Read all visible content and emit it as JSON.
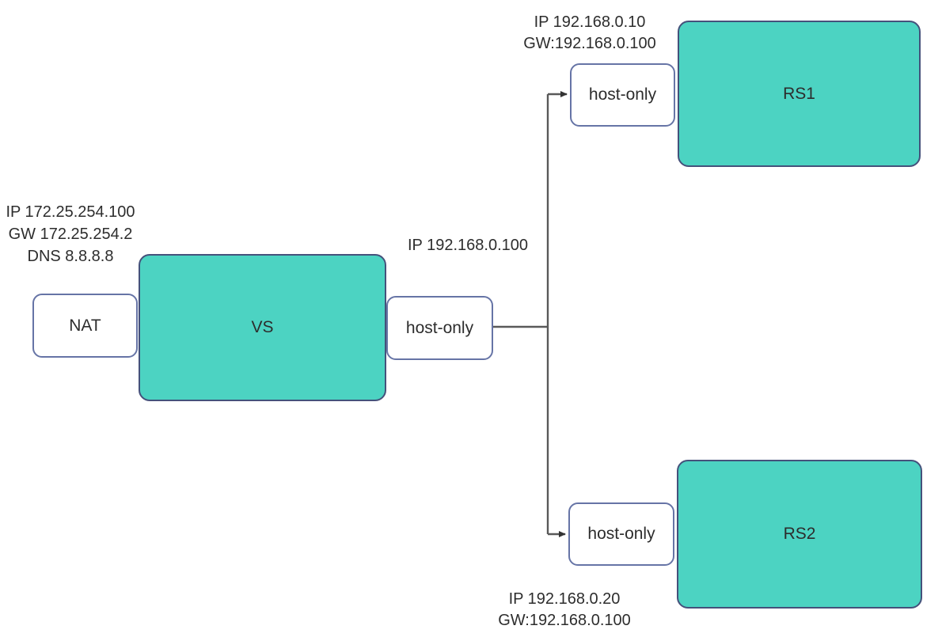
{
  "diagram": {
    "nodes": {
      "nat": {
        "label": "NAT"
      },
      "vs": {
        "label": "VS"
      },
      "host_only_mid": {
        "label": "host-only"
      },
      "host_only_top": {
        "label": "host-only"
      },
      "host_only_bottom": {
        "label": "host-only"
      },
      "rs1": {
        "label": "RS1"
      },
      "rs2": {
        "label": "RS2"
      }
    },
    "annotations": {
      "vs_nat": {
        "lines": [
          "IP 172.25.254.100",
          "GW 172.25.254.2",
          "DNS 8.8.8.8"
        ]
      },
      "vs_hostonly": {
        "lines": [
          "IP 192.168.0.100"
        ]
      },
      "rs1": {
        "lines": [
          "IP 192.168.0.10",
          "GW:192.168.0.100"
        ]
      },
      "rs2": {
        "lines": [
          "IP 192.168.0.20",
          "GW:192.168.0.100"
        ]
      }
    },
    "colors": {
      "node_fill_teal": "#4CD3C2",
      "node_border_teal": "#45517B",
      "node_fill_white": "#FFFFFF",
      "node_border_white": "#6674A6",
      "connector": "#595959",
      "text": "#2D2D2D"
    }
  }
}
